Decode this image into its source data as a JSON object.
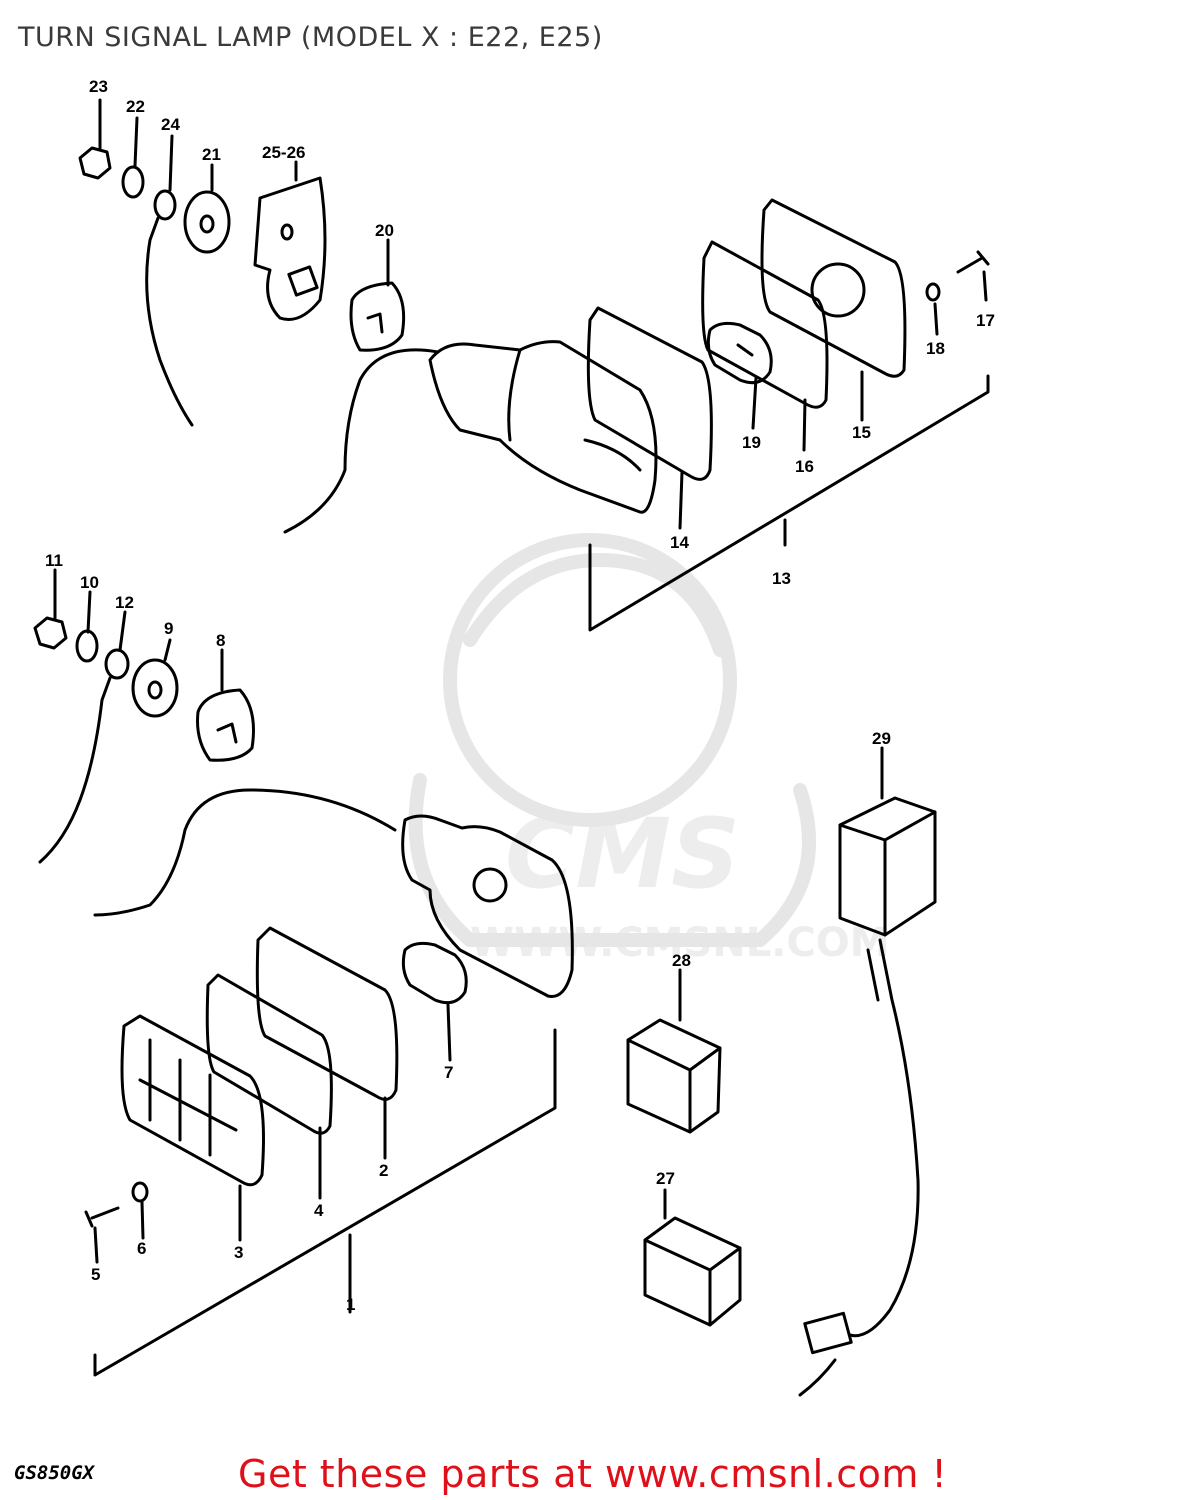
{
  "title": "TURN SIGNAL LAMP (MODEL X : E22, E25)",
  "model_code": "GS850GX",
  "promo": "Get these parts at www.cmsnl.com !",
  "watermark": {
    "brand": "CMS",
    "url": "WWW.CMSNL.COM"
  },
  "part_labels": {
    "p1": "1",
    "p2": "2",
    "p3": "3",
    "p4": "4",
    "p5": "5",
    "p6": "6",
    "p7": "7",
    "p8": "8",
    "p9": "9",
    "p10": "10",
    "p11": "11",
    "p12": "12",
    "p13": "13",
    "p14": "14",
    "p15": "15",
    "p16": "16",
    "p17": "17",
    "p18": "18",
    "p19": "19",
    "p20": "20",
    "p21": "21",
    "p22": "22",
    "p23": "23",
    "p24": "24",
    "p25_26": "25-26",
    "p27": "27",
    "p28": "28",
    "p29": "29"
  }
}
